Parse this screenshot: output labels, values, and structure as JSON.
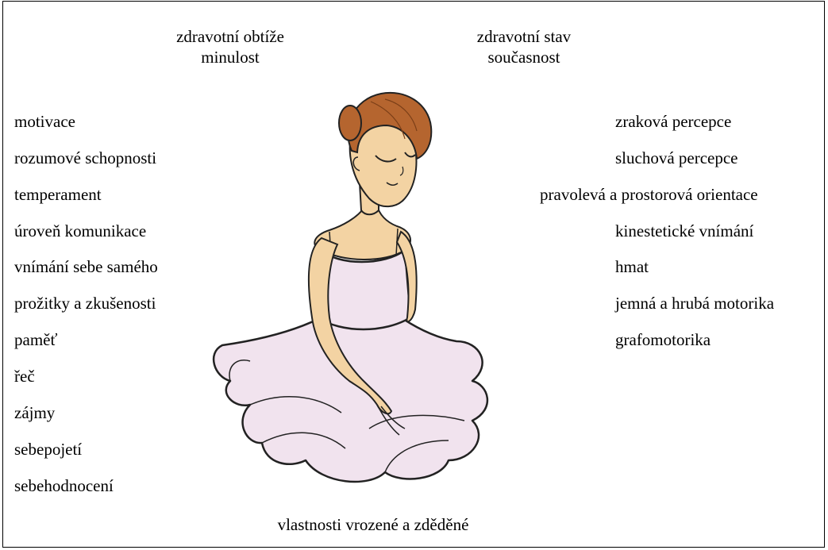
{
  "top": {
    "past_line1": "zdravotní obtíže",
    "past_line2": "minulost",
    "present_line1": "zdravotní stav",
    "present_line2": "současnost"
  },
  "left_items": [
    "motivace",
    "rozumové schopnosti",
    "temperament",
    "úroveň komunikace",
    "vnímání sebe samého",
    "prožitky a zkušenosti",
    "paměť",
    "řeč",
    "zájmy",
    "sebepojetí",
    "sebehodnocení"
  ],
  "right_items": [
    "zraková percepce",
    "sluchová percepce",
    "pravolevá a prostorová orientace",
    "kinestetické vnímání",
    "hmat",
    "jemná a hrubá motorika",
    "grafomotorika"
  ],
  "bottom": {
    "caption": "vlastnosti vrozené a zděděné"
  },
  "colors": {
    "hair": "#b5652f",
    "skin": "#f3d3a3",
    "dress": "#f1e3ee",
    "line": "#222222"
  }
}
